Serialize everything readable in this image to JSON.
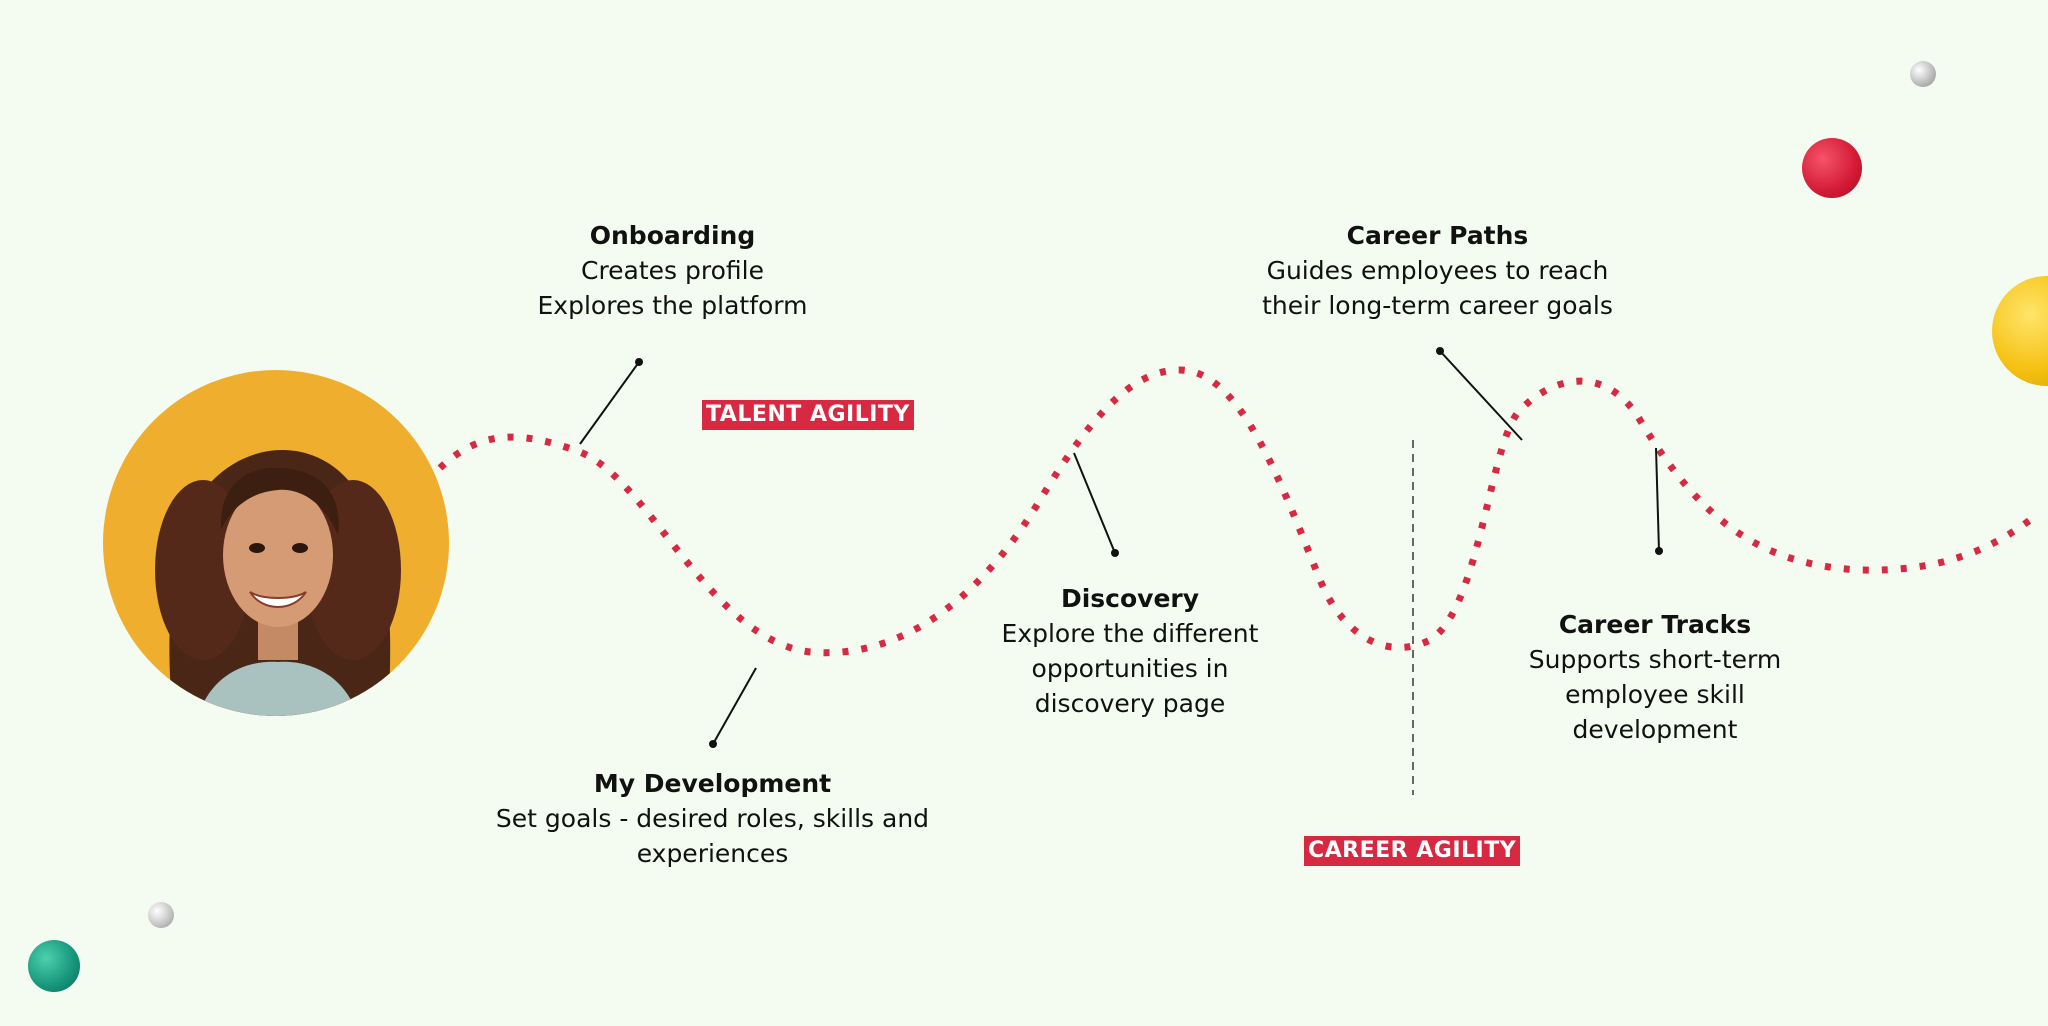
{
  "diagram": {
    "steps": [
      {
        "title": "Onboarding",
        "description": "Creates profile\nExplores the platform"
      },
      {
        "title": "My Development",
        "description": "Set goals - desired roles, skills and\nexperiences"
      },
      {
        "title": "Discovery",
        "description": "Explore the different\nopportunities in\ndiscovery page"
      },
      {
        "title": "Career Paths",
        "description": "Guides employees to reach\ntheir long-term career goals"
      },
      {
        "title": "Career Tracks",
        "description": "Supports short-term\nemployee skill\ndevelopment"
      }
    ],
    "sections": {
      "talent": "TALENT  AGILITY",
      "career": "CAREER AGILITY"
    }
  },
  "colors": {
    "background": "#f4fcf1",
    "path_dots": "#d72a42",
    "tag_background": "#d72a42",
    "portrait_background": "#f0ae2e"
  },
  "decorations": [
    "grey-sphere",
    "red-sphere",
    "yellow-sphere",
    "grey-sphere",
    "green-sphere"
  ]
}
